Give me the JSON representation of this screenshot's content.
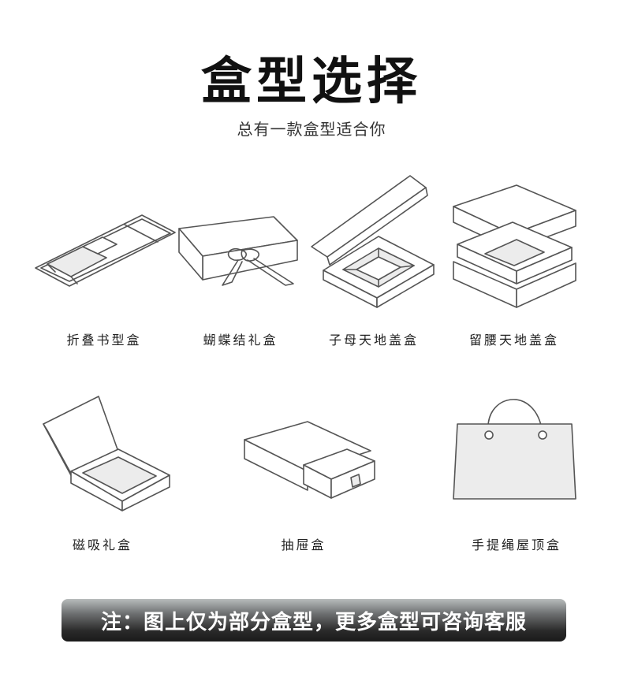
{
  "title": "盒型选择",
  "subtitle": "总有一款盒型适合你",
  "boxes": [
    {
      "label": "折叠书型盒",
      "icon": "folding-book-box-icon"
    },
    {
      "label": "蝴蝶结礼盒",
      "icon": "bow-gift-box-icon"
    },
    {
      "label": "子母天地盖盒",
      "icon": "nested-lid-box-icon"
    },
    {
      "label": "留腰天地盖盒",
      "icon": "waist-lid-box-icon"
    },
    {
      "label": "磁吸礼盒",
      "icon": "magnetic-gift-box-icon"
    },
    {
      "label": "抽屉盒",
      "icon": "drawer-box-icon"
    },
    {
      "label": "手提绳屋顶盒",
      "icon": "handbag-box-icon"
    }
  ],
  "note": "注：图上仅为部分盒型，更多盒型可咨询客服"
}
